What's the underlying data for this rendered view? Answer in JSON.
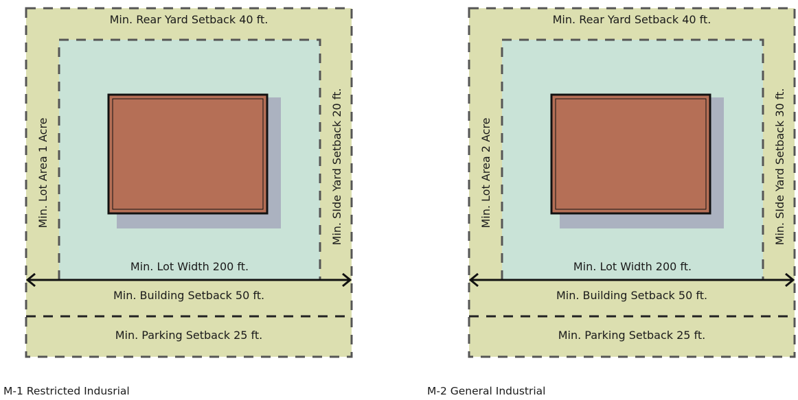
{
  "colors": {
    "lot": "#dcdfb0",
    "buildable": "#c9e3d7",
    "building": "#b56f56",
    "shadow": "#abb2c0",
    "dash": "#555555"
  },
  "diagrams": [
    {
      "caption": "M-1 Restricted Indusrial",
      "rear_yard": "Min. Rear Yard Setback 40 ft.",
      "lot_area": "Min. Lot Area 1 Acre",
      "side_yard": "Min. SIde Yard Setback 20 ft.",
      "lot_width": "Min. Lot Width 200 ft.",
      "building_setback": "Min. Building Setback 50 ft.",
      "parking_setback": "Min. Parking Setback 25 ft."
    },
    {
      "caption": "M-2 General Industrial",
      "rear_yard": "Min. Rear Yard Setback 40 ft.",
      "lot_area": "Min. Lot Area 2 Acre",
      "side_yard": "Min. SIde Yard Setback 30 ft.",
      "lot_width": "Min. Lot Width 200 ft.",
      "building_setback": "Min. Building Setback 50 ft.",
      "parking_setback": "Min. Parking Setback 25 ft."
    }
  ]
}
